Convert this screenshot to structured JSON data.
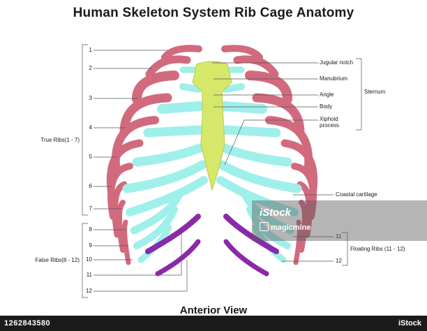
{
  "title": "Human Skeleton System Rib Cage Anatomy",
  "view": "Anterior View",
  "left_numbers": [
    "1",
    "2",
    "3",
    "4",
    "5",
    "6",
    "7",
    "8",
    "9",
    "10",
    "11",
    "12"
  ],
  "groups": {
    "true_ribs": "True Ribs(1 - 7)",
    "false_ribs": "False Ribs(8 - 12)",
    "floating_ribs": "Floating Ribs (11 - 12)"
  },
  "right_labels": {
    "jugular_notch": "Jugular notch",
    "manubrium": "Manubrium",
    "angle": "Angle",
    "body": "Body",
    "xiphoid_process": "Xiphoid process",
    "sternum": "Sternum",
    "costal_cartilage": "Coastal cartilage",
    "num_11": "11",
    "num_12": "12"
  },
  "watermark": {
    "logo": "iStock",
    "credit": "magicmine"
  },
  "footer": {
    "image_id": "1262843580",
    "brand": "iStock"
  },
  "colors": {
    "rib": "#d26a7e",
    "cartilage": "#9ff0ea",
    "sternum": "#d6e86a",
    "floating": "#8a2aa8",
    "leader": "#555555"
  }
}
